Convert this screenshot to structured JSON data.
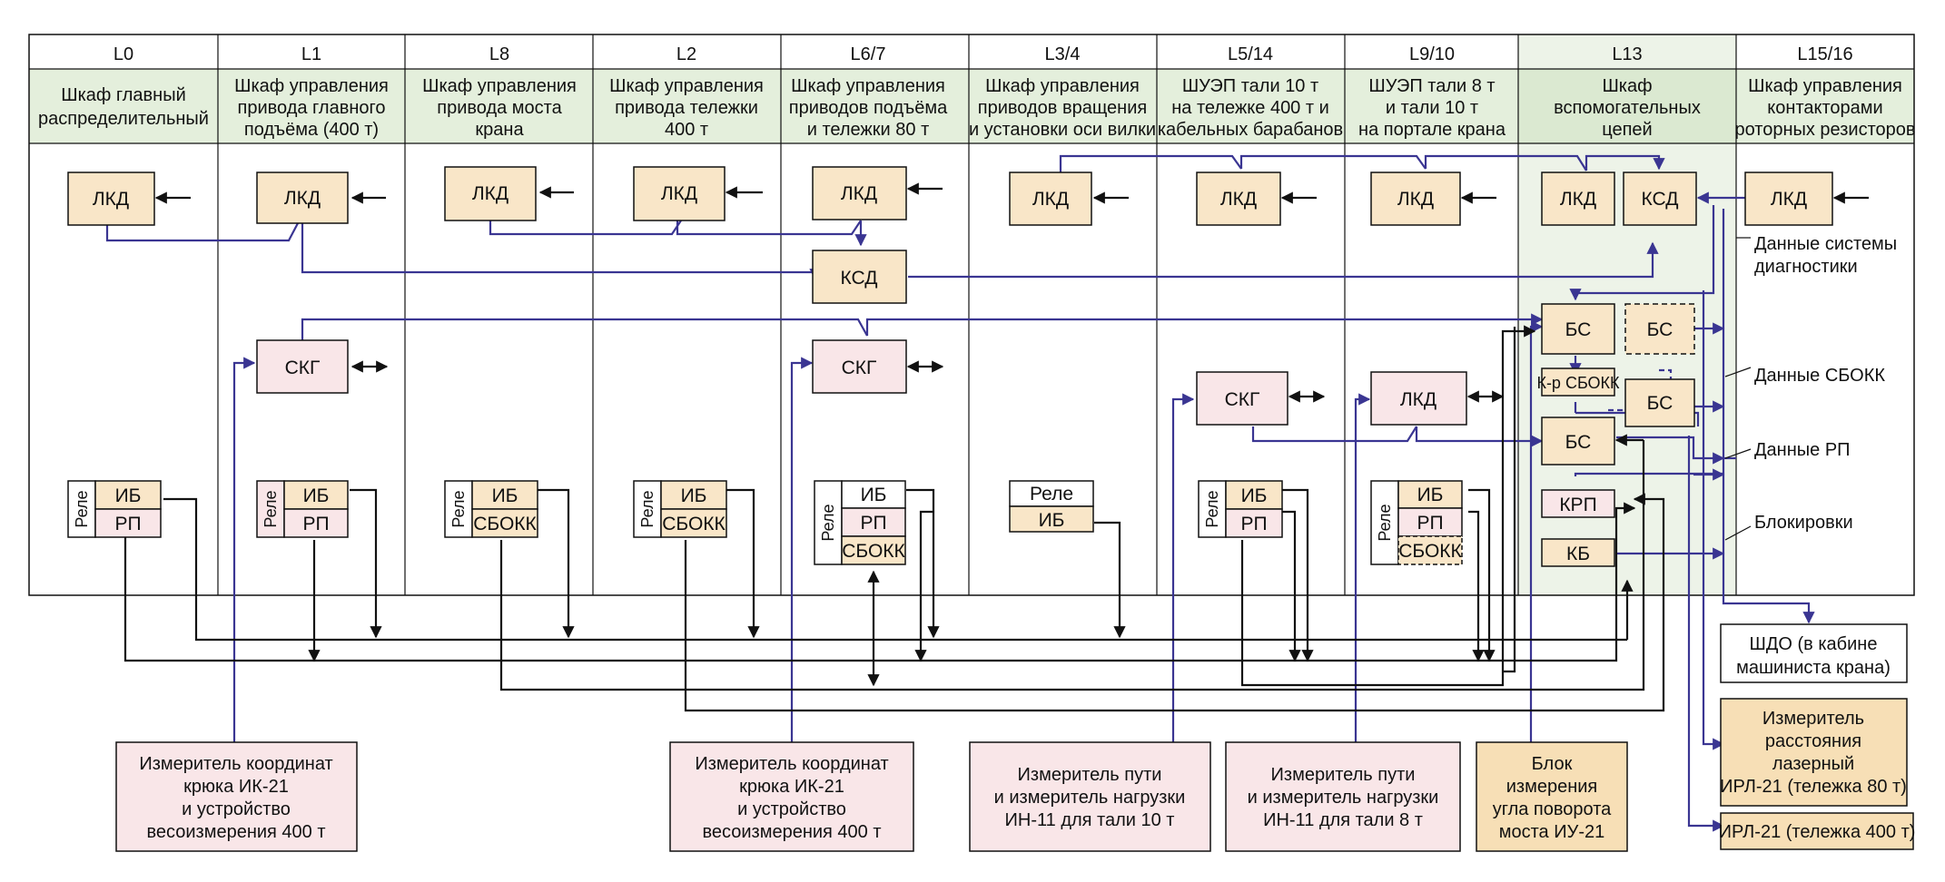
{
  "columns": [
    {
      "code": "L0",
      "title": [
        "Шкаф главный",
        "распределительный"
      ]
    },
    {
      "code": "L1",
      "title": [
        "Шкаф управления",
        "привода главного",
        "подъёма (400 т)"
      ]
    },
    {
      "code": "L8",
      "title": [
        "Шкаф управления",
        "привода моста",
        "крана"
      ]
    },
    {
      "code": "L2",
      "title": [
        "Шкаф управления",
        "привода тележки",
        "400 т"
      ]
    },
    {
      "code": "L6/7",
      "title": [
        "Шкаф управления",
        "приводов подъёма",
        "и тележки 80 т"
      ]
    },
    {
      "code": "L3/4",
      "title": [
        "Шкаф управления",
        "приводов вращения",
        "и установки оси вилки"
      ]
    },
    {
      "code": "L5/14",
      "title": [
        "ШУЭП тали 10 т",
        "на тележке 400 т и",
        "кабельных барабанов"
      ]
    },
    {
      "code": "L9/10",
      "title": [
        "ШУЭП тали 8 т",
        "и тали 10 т",
        "на портале крана"
      ]
    },
    {
      "code": "L13",
      "title": [
        "Шкаф",
        "вспомогательных",
        "цепей"
      ]
    },
    {
      "code": "L15/16",
      "title": [
        "Шкаф управления",
        "контакторами",
        "роторных резисторов"
      ]
    }
  ],
  "blocks": {
    "lkd": "ЛКД",
    "ksd": "КСД",
    "skg": "СКГ",
    "bs": "БС",
    "ib": "ИБ",
    "rp": "РП",
    "sbokk": "СБОКК",
    "rele": "Реле",
    "kr_sbokk": "К-р СБОКК",
    "krp": "КРП",
    "kb": "КБ"
  },
  "side_labels": {
    "diag": [
      "Данные системы",
      "диагностики"
    ],
    "sbokk": "Данные СБОКК",
    "rp": "Данные РП",
    "block": "Блокировки"
  },
  "shdo": [
    "ШДО (в кабине",
    "машиниста крана)"
  ],
  "irl80": [
    "Измеритель",
    "расстояния",
    "лазерный",
    "ИРЛ-21 (тележка 80 т)"
  ],
  "irl400": "ИРЛ-21 (тележка 400 т)",
  "bottom_boxes": [
    [
      "Измеритель координат",
      "крюка ИК-21",
      "и устройство",
      "весоизмерения 400 т"
    ],
    [
      "Измеритель координат",
      "крюка ИК-21",
      "и устройство",
      "весоизмерения 400 т"
    ],
    [
      "Измеритель пути",
      "и измеритель нагрузки",
      "ИН-11 для тали 10 т"
    ],
    [
      "Измеритель пути",
      "и измеритель нагрузки",
      "ИН-11 для тали 8 т"
    ],
    [
      "Блок",
      "измерения",
      "угла поворота",
      "моста ИУ-21"
    ]
  ],
  "colors": {
    "header_bg": "#e4efdc",
    "l13_bg": "#edf3e8",
    "block_beige": "#f9e6c8",
    "block_pink": "#f9e6e8",
    "bottom_beige": "#f7dfb6",
    "blue_line": "#3a3592",
    "black_line": "#111111"
  }
}
